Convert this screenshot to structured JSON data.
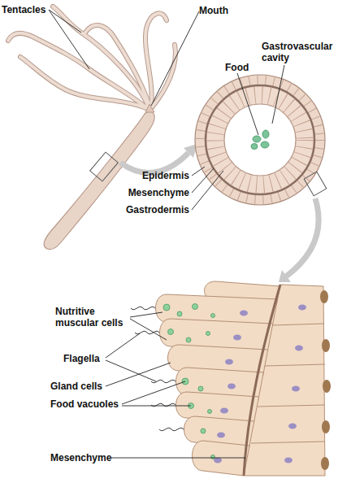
{
  "diagram": {
    "labels": [
      "Tentacles",
      "Mouth",
      "Food",
      "Gastrovascular cavity",
      "Epidermis",
      "Mesenchyme",
      "Gastrodermis",
      "Nutritive muscular cells",
      "Flagella",
      "Gland cells",
      "Food vacuoles",
      "Mesenchyme"
    ]
  }
}
